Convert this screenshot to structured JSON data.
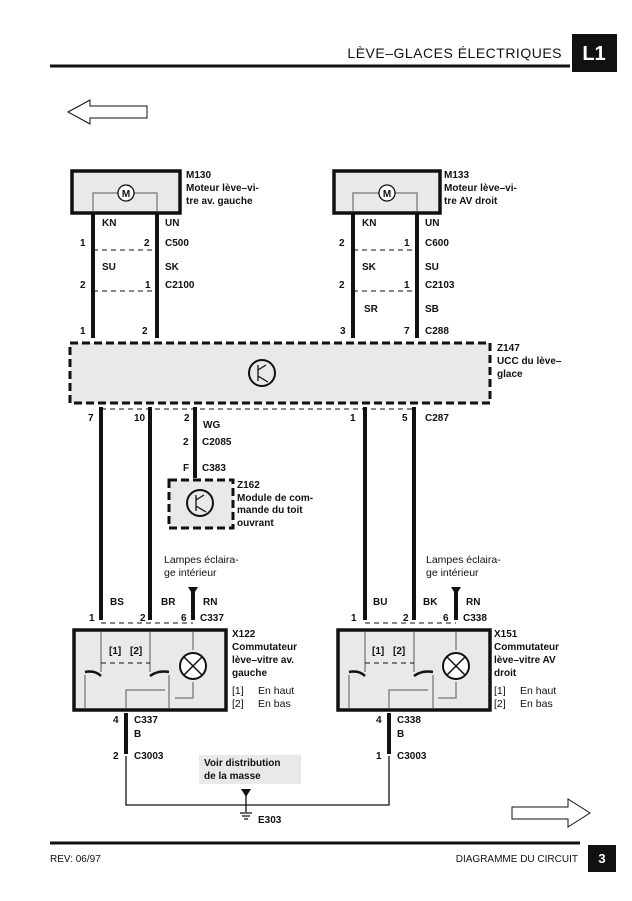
{
  "header": {
    "title": "LÈVE–GLACES ÉLECTRIQUES",
    "section": "L1"
  },
  "footer": {
    "revision": "REV: 06/97",
    "doc_title": "DIAGRAMME DU CIRCUIT",
    "page": "3"
  },
  "m130": {
    "id": "M130",
    "line1": "Moteur lève–vi-",
    "line2": "tre av. gauche",
    "motor": "M"
  },
  "m133": {
    "id": "M133",
    "line1": "Moteur lève–vi-",
    "line2": "tre AV droit",
    "motor": "M"
  },
  "z147": {
    "id": "Z147",
    "line1": "UCC du lève–",
    "line2": "glace"
  },
  "z162": {
    "id": "Z162",
    "line1": "Module de com-",
    "line2": "mande du toit",
    "line3": "ouvrant"
  },
  "x122": {
    "id": "X122",
    "line1": "Commutateur",
    "line2": "lève–vitre av.",
    "line3": "gauche",
    "k1": "[1]",
    "v1": "En haut",
    "k2": "[2]",
    "v2": "En bas",
    "s1": "[1]",
    "s2": "[2]"
  },
  "x151": {
    "id": "X151",
    "line1": "Commutateur",
    "line2": "lève–vitre AV",
    "line3": "droit",
    "k1": "[1]",
    "v1": "En haut",
    "k2": "[2]",
    "v2": "En bas",
    "s1": "[1]",
    "s2": "[2]"
  },
  "left_top": {
    "c1": "KN",
    "c2": "UN",
    "p500a": "1",
    "p500b": "2",
    "c500": "C500",
    "c3": "SU",
    "c4": "SK",
    "p2100a": "2",
    "p2100b": "1",
    "c2100": "C2100",
    "p288a": "1",
    "p288b": "2"
  },
  "right_top": {
    "c1": "KN",
    "c2": "UN",
    "p600a": "2",
    "p600b": "1",
    "c600": "C600",
    "c3": "SK",
    "c4": "SU",
    "p2103a": "2",
    "p2103b": "1",
    "c2103": "C2103",
    "c5": "SR",
    "c6": "SB",
    "p288a": "3",
    "p288b": "7",
    "c288": "C288"
  },
  "mid": {
    "p7": "7",
    "p10": "10",
    "p2": "2",
    "wg": "WG",
    "p2085": "2",
    "c2085": "C2085",
    "pf": "F",
    "c383": "C383",
    "p1": "1",
    "p5": "5",
    "c287": "C287"
  },
  "left_bottom": {
    "lamp1": "Lampes éclaira-",
    "lamp2": "ge intérieur",
    "bs": "BS",
    "br": "BR",
    "rn": "RN",
    "p1": "1",
    "p2": "2",
    "p6": "6",
    "c337": "C337",
    "p4": "4",
    "c337b": "C337",
    "b": "B",
    "p3003": "2",
    "c3003": "C3003"
  },
  "right_bottom": {
    "lamp1": "Lampes éclaira-",
    "lamp2": "ge intérieur",
    "bu": "BU",
    "bk": "BK",
    "rn": "RN",
    "p1": "1",
    "p2": "2",
    "p6": "6",
    "c338": "C338",
    "p4": "4",
    "c338b": "C338",
    "b": "B",
    "p3003": "1",
    "c3003": "C3003"
  },
  "ground": {
    "note1": "Voir distribution",
    "note2": "de la masse",
    "id": "E303"
  }
}
